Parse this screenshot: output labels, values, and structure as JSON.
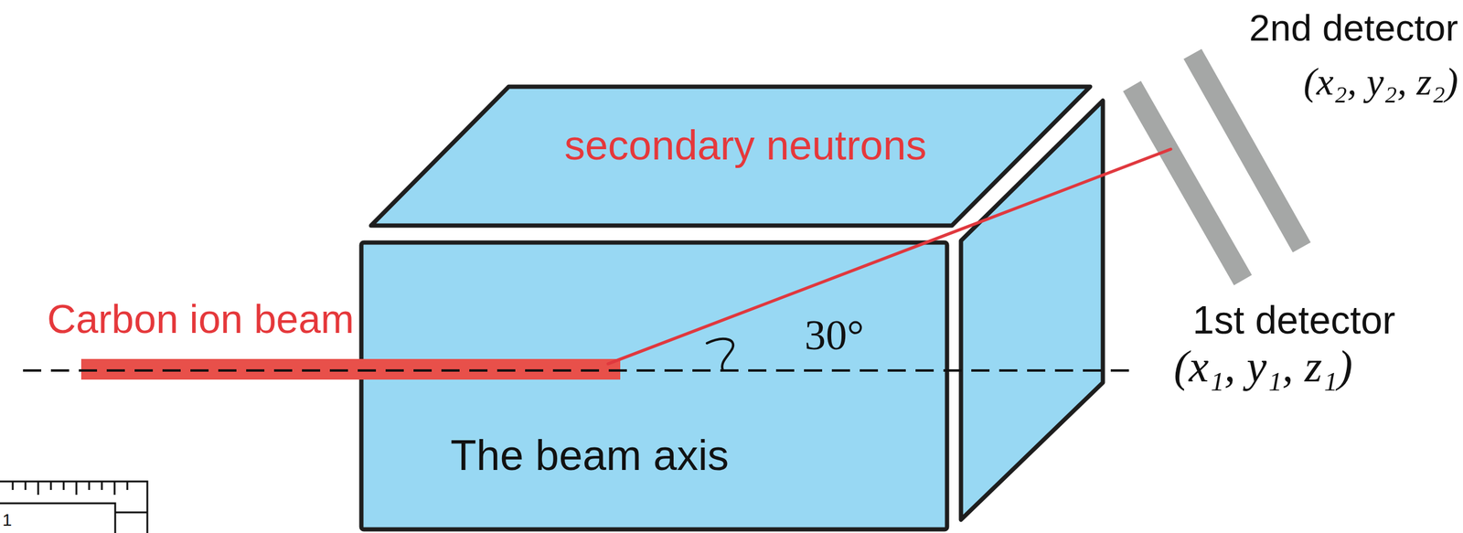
{
  "diagram": {
    "labels": [
      "secondary neutrons",
      "Carbon ion beam",
      "30°",
      "The beam axis",
      "2nd detector",
      "(x₂, y₂, z₂)",
      "1st detector",
      "(x₁, y₁, z₁)",
      "1"
    ]
  }
}
